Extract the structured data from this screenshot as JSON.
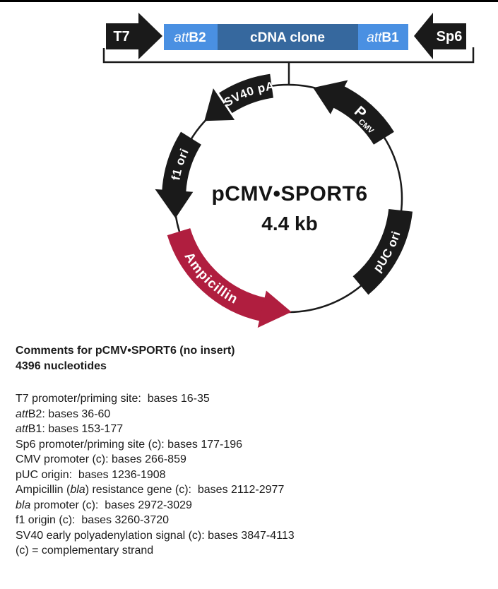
{
  "construct": {
    "t7_label": "T7",
    "sp6_label": "Sp6",
    "attb2": {
      "italic": "att",
      "bold": "B2"
    },
    "attb1": {
      "italic": "att",
      "bold": "B1"
    },
    "cdna_label": "cDNA clone",
    "colors": {
      "arrow_black": "#1a1a1a",
      "att_blue": "#4a90e2",
      "cdna_blue": "#36689e"
    }
  },
  "plasmid": {
    "title": "pCMV•SPORT6",
    "size_label": "4.4 kb",
    "features": {
      "sv40": "SV40 pA",
      "pcmv_main": "P",
      "pcmv_sub": "CMV",
      "f1": "f1 ori",
      "puc": "pUC ori",
      "amp": "Ampicillin"
    },
    "colors": {
      "feature_black": "#1a1a1a",
      "ampicillin_red": "#b01e3f"
    }
  },
  "comments": {
    "heading_line1": "Comments for pCMV•SPORT6 (no insert)",
    "heading_line2": "4396 nucleotides",
    "lines": [
      [
        {
          "t": "T7 promoter/priming site:  bases 16-35"
        }
      ],
      [
        {
          "t": "att",
          "i": true
        },
        {
          "t": "B2: bases 36-60"
        }
      ],
      [
        {
          "t": "att",
          "i": true
        },
        {
          "t": "B1: bases 153-177"
        }
      ],
      [
        {
          "t": "Sp6 promoter/priming site (c): bases 177-196"
        }
      ],
      [
        {
          "t": "CMV promoter (c): bases 266-859"
        }
      ],
      [
        {
          "t": "pUC origin:  bases 1236-1908"
        }
      ],
      [
        {
          "t": "Ampicillin ("
        },
        {
          "t": "bla",
          "i": true
        },
        {
          "t": ") resistance gene (c):  bases 2112-2977"
        }
      ],
      [
        {
          "t": "bla",
          "i": true
        },
        {
          "t": " promoter (c):  bases 2972-3029"
        }
      ],
      [
        {
          "t": "f1 origin (c):  bases 3260-3720"
        }
      ],
      [
        {
          "t": "SV40 early polyadenylation signal (c): bases 3847-4113"
        }
      ],
      [
        {
          "t": "(c) = complementary strand"
        }
      ]
    ]
  }
}
